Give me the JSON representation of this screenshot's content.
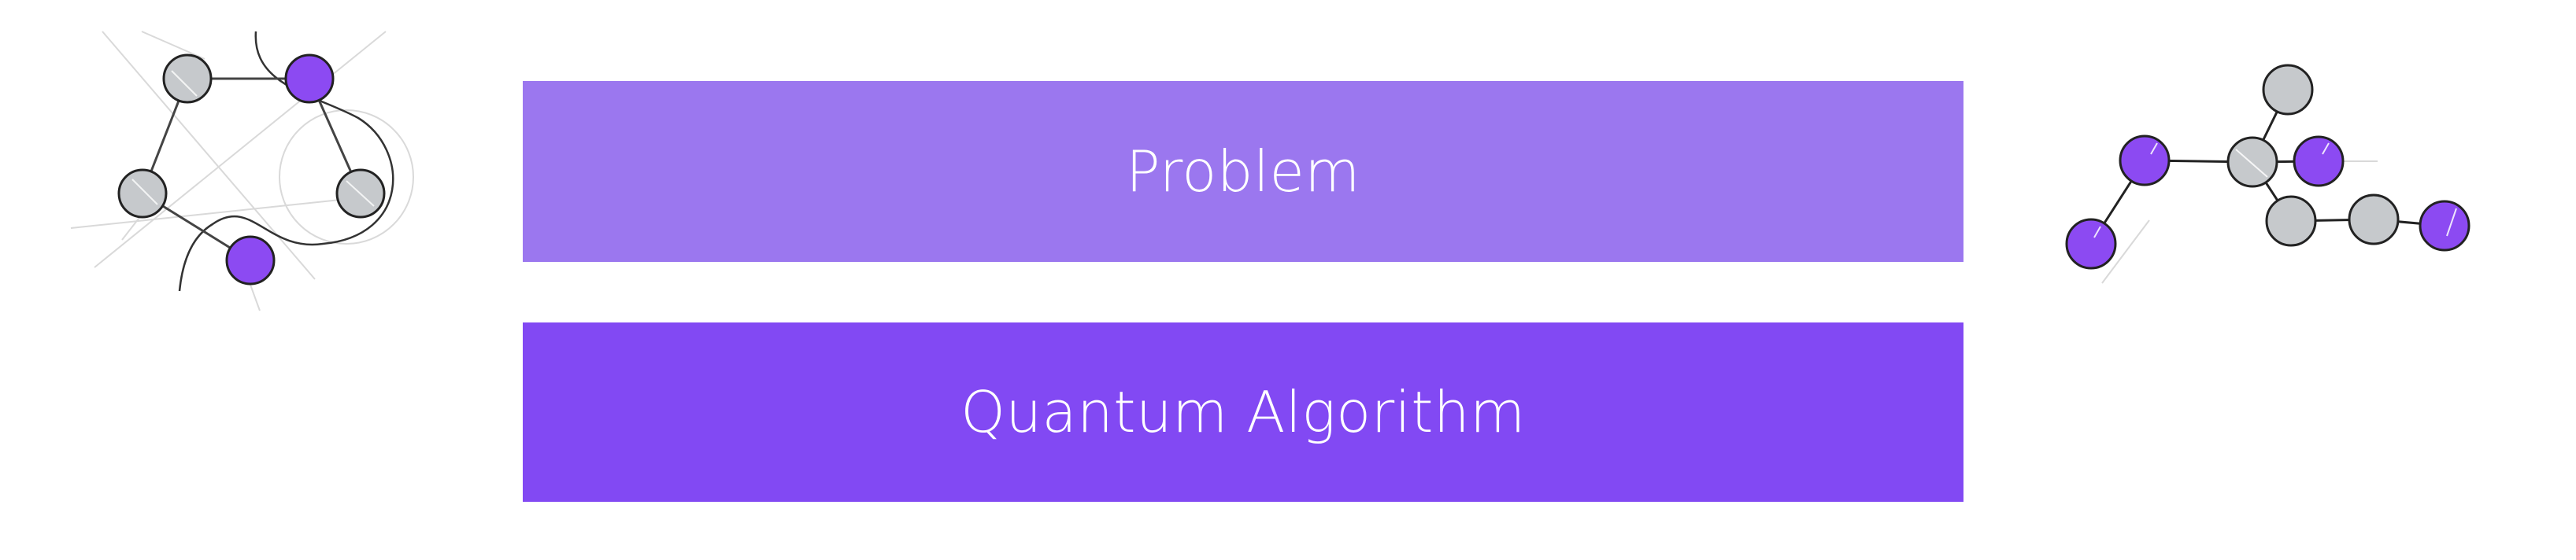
{
  "blocks": {
    "problem": {
      "label": "Problem",
      "color": "#9b77ef"
    },
    "algorithm": {
      "label": "Quantum Algorithm",
      "color": "#8249f3"
    }
  },
  "graphs": {
    "left_ring": {
      "node_colors": [
        "gray",
        "purple",
        "gray",
        "gray",
        "purple"
      ]
    },
    "right_tree": {
      "node_colors": [
        "gray",
        "purple",
        "gray",
        "purple",
        "purple",
        "gray",
        "gray",
        "purple"
      ]
    }
  },
  "colors": {
    "purple": "#8c4af2",
    "gray": "#c6c9cc",
    "stroke": "#222222"
  }
}
